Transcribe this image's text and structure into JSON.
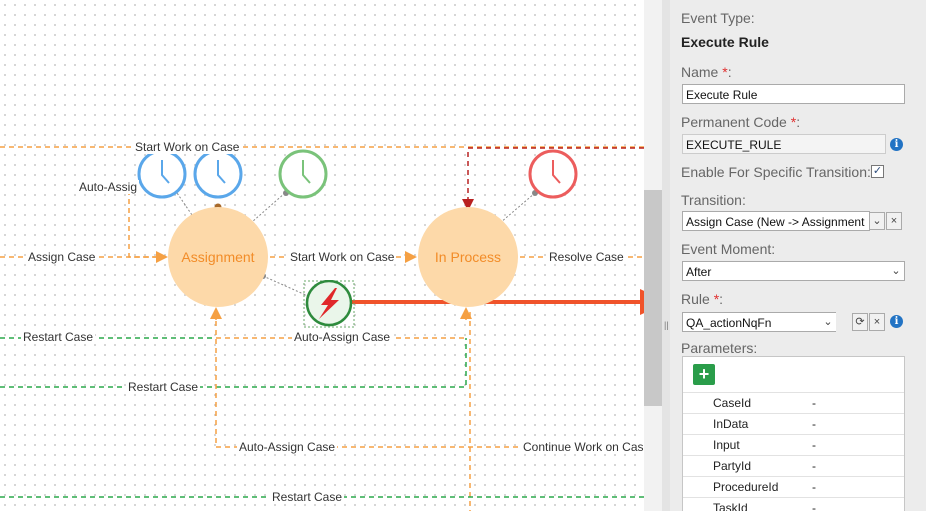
{
  "diagram": {
    "states": [
      {
        "name": "Assignment"
      },
      {
        "name": "In Process"
      }
    ],
    "edge_labels": {
      "start_work_top": "Start Work on Case",
      "auto_assign_left": "Auto-Assig",
      "assign_case": "Assign Case",
      "start_work_mid": "Start Work on Case",
      "resolve_case": "Resolve Case",
      "restart_case_1": "Restart Case",
      "auto_assign_case_1": "Auto-Assign Case",
      "restart_case_2": "Restart Case",
      "auto_assign_case_2": "Auto-Assign Case",
      "continue_work": "Continue Work on Cas",
      "restart_case_3": "Restart Case"
    },
    "icons": [
      "clock-icon-blue",
      "clock-icon-blue",
      "clock-icon-green",
      "clock-icon-red",
      "lightning-rule-icon"
    ],
    "colors": {
      "state_fill": "#fdd9a9",
      "state_text": "#f28c28",
      "orange_edge": "#f5a043",
      "green_edge": "#2aa84a",
      "red_edge": "#b82020",
      "arrow": "#f0532a"
    }
  },
  "panel": {
    "event_type_label": "Event Type:",
    "event_type_value": "Execute Rule",
    "name_label": "Name",
    "name_value": "Execute Rule",
    "permanent_code_label": "Permanent Code",
    "permanent_code_value": "EXECUTE_RULE",
    "enable_specific_label": "Enable For Specific Transition:",
    "enable_specific_checked": "✓",
    "transition_label": "Transition:",
    "transition_value": "Assign Case (New -> Assignment",
    "event_moment_label": "Event Moment:",
    "event_moment_value": "After",
    "rule_label": "Rule",
    "rule_value": "QA_actionNqFn",
    "parameters_label": "Parameters:",
    "required_mark": "*",
    "colon": ":",
    "parameters": [
      {
        "name": "CaseId",
        "value": "-"
      },
      {
        "name": "InData",
        "value": "-"
      },
      {
        "name": "Input",
        "value": "-"
      },
      {
        "name": "PartyId",
        "value": "-"
      },
      {
        "name": "ProcedureId",
        "value": "-"
      },
      {
        "name": "TaskId",
        "value": "-"
      }
    ]
  }
}
